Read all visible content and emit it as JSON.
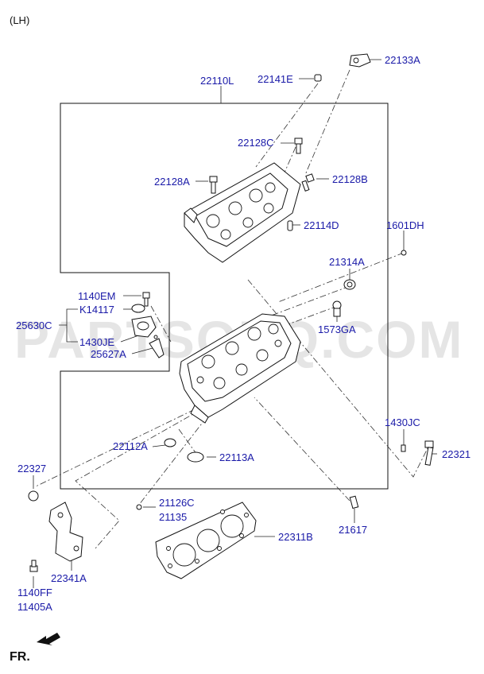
{
  "diagram": {
    "side_label": "(LH)",
    "watermark": "PARTSOUQ.COM",
    "fr_label": "FR.",
    "labels": {
      "p22133A": "22133A",
      "p22141E": "22141E",
      "p22110L": "22110L",
      "p22128C": "22128C",
      "p22128A": "22128A",
      "p22128B": "22128B",
      "p22114D": "22114D",
      "p1601DH": "1601DH",
      "p21314A": "21314A",
      "p1140EM": "1140EM",
      "pK14117": "K14117",
      "p25630C": "25630C",
      "p1430JE": "1430JE",
      "p25627A": "25627A",
      "p1573GA": "1573GA",
      "p1430JC": "1430JC",
      "p22321": "22321",
      "p22112A": "22112A",
      "p22113A": "22113A",
      "p22327": "22327",
      "p21126C": "21126C",
      "p21135": "21135",
      "p22311B": "22311B",
      "p21617": "21617",
      "p22341A": "22341A",
      "p1140FF": "1140FF",
      "p11405A": "11405A"
    }
  }
}
